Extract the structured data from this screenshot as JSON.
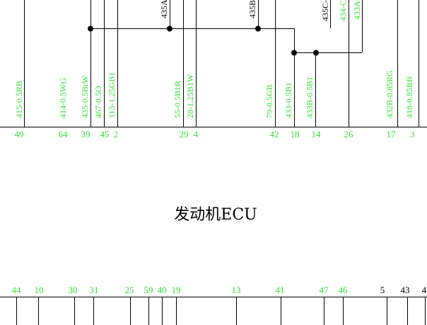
{
  "ecu_label": "发动机ECU",
  "top_labels": [
    {
      "id": "435A",
      "text": "435A-",
      "color": "black"
    },
    {
      "id": "435B",
      "text": "435B-",
      "color": "black"
    },
    {
      "id": "435C",
      "text": "435C-",
      "color": "black"
    },
    {
      "id": "434",
      "text": "434-C",
      "color": "green"
    },
    {
      "id": "433A",
      "text": "433A-",
      "color": "green"
    }
  ],
  "upper_pins": [
    {
      "pin": "49",
      "wire": "415-0.5RB"
    },
    {
      "pin": "64",
      "wire": "414-0.5WG"
    },
    {
      "pin": "39",
      "wire": "435-0.5BrW"
    },
    {
      "pin": "45",
      "wire": "467-0.5O"
    },
    {
      "pin": "2",
      "wire": "113-1.25GB1"
    },
    {
      "pin": "29",
      "wire": "55-0.5B1R"
    },
    {
      "pin": "4",
      "wire": "28-1.25B1W"
    },
    {
      "pin": "42",
      "wire": "79-0.5GB"
    },
    {
      "pin": "18",
      "wire": "433-0.5B1"
    },
    {
      "pin": "14",
      "wire": "433B-0.5B1"
    },
    {
      "pin": "26",
      "wire": ""
    },
    {
      "pin": "17",
      "wire": "432B-0.85RG"
    },
    {
      "pin": "3",
      "wire": "418-0.85RB"
    }
  ],
  "lower_pins": [
    {
      "pin": "44",
      "color": "green"
    },
    {
      "pin": "10",
      "color": "green"
    },
    {
      "pin": "30",
      "color": "green"
    },
    {
      "pin": "31",
      "color": "green"
    },
    {
      "pin": "25",
      "color": "green"
    },
    {
      "pin": "59",
      "color": "green"
    },
    {
      "pin": "40",
      "color": "green"
    },
    {
      "pin": "19",
      "color": "green"
    },
    {
      "pin": "13",
      "color": "green"
    },
    {
      "pin": "41",
      "color": "green"
    },
    {
      "pin": "47",
      "color": "green"
    },
    {
      "pin": "46",
      "color": "green"
    },
    {
      "pin": "5",
      "color": "black"
    },
    {
      "pin": "43",
      "color": "black"
    },
    {
      "pin": "4",
      "color": "black"
    }
  ]
}
